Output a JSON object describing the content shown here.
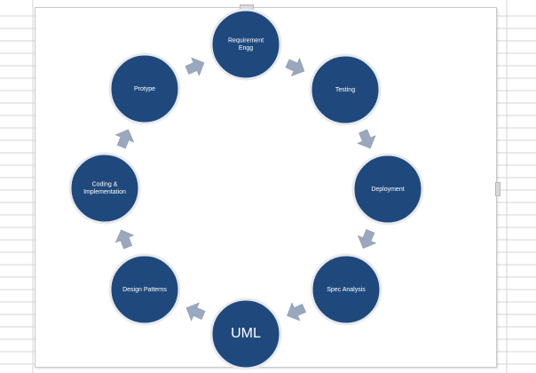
{
  "diagram": {
    "nodes": [
      {
        "id": "requirement",
        "lines": [
          "Requirement",
          "Engg"
        ]
      },
      {
        "id": "testing",
        "lines": [
          "Testing"
        ]
      },
      {
        "id": "deployment",
        "lines": [
          "Deployment"
        ]
      },
      {
        "id": "spec-analysis",
        "lines": [
          "Spec Analysis"
        ]
      },
      {
        "id": "uml",
        "lines": [
          "UML"
        ],
        "emphasis": true
      },
      {
        "id": "design-patterns",
        "lines": [
          "Design Patterns"
        ]
      },
      {
        "id": "coding-implementation",
        "lines": [
          "Coding &",
          "Implementation"
        ]
      },
      {
        "id": "protype",
        "lines": [
          "Protype"
        ]
      }
    ],
    "colors": {
      "node_fill": "#1f497d",
      "node_ring": "#e8eaee",
      "arrow": "#9aa8bd",
      "gridline": "#d4d4d4"
    }
  }
}
